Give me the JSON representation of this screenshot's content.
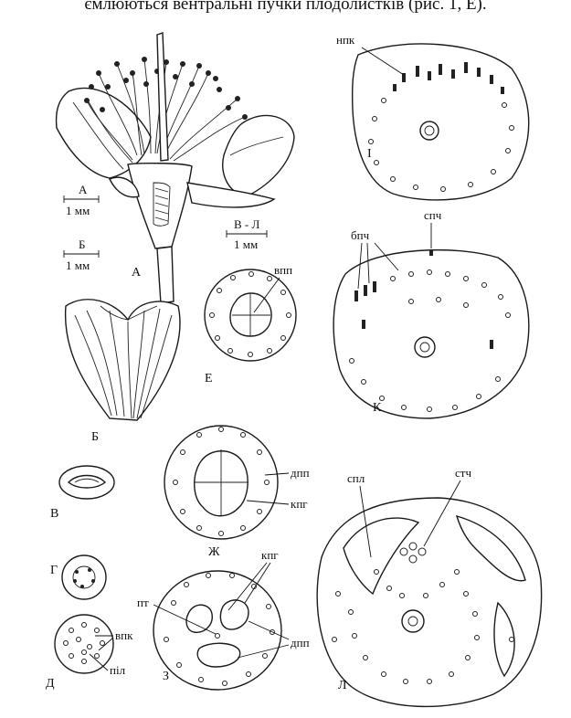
{
  "caption": "ємлюються вентральні пучки плодолистків (рис. 1, Е).",
  "scales": {
    "a_letter": "А",
    "a_value": "1 мм",
    "b_letter": "Б",
    "b_value": "1 мм",
    "vl_letter": "В - Л",
    "vl_value": "1 мм"
  },
  "panels": {
    "A": "А",
    "B": "Б",
    "V": "В",
    "G": "Г",
    "D": "Д",
    "E": "Е",
    "Zh": "Ж",
    "Z": "З",
    "I": "І",
    "K": "К",
    "L": "Л"
  },
  "annotations": {
    "npk": "нпк",
    "bpch": "бпч",
    "spch": "спч",
    "vpp": "впп",
    "dpp_zh": "дпп",
    "kpg_zh": "кпг",
    "kpg_z": "кпг",
    "pt": "пт",
    "dpp_z": "дпп",
    "vpk": "впк",
    "pil": "піл",
    "spl": "спл",
    "stch": "стч"
  }
}
